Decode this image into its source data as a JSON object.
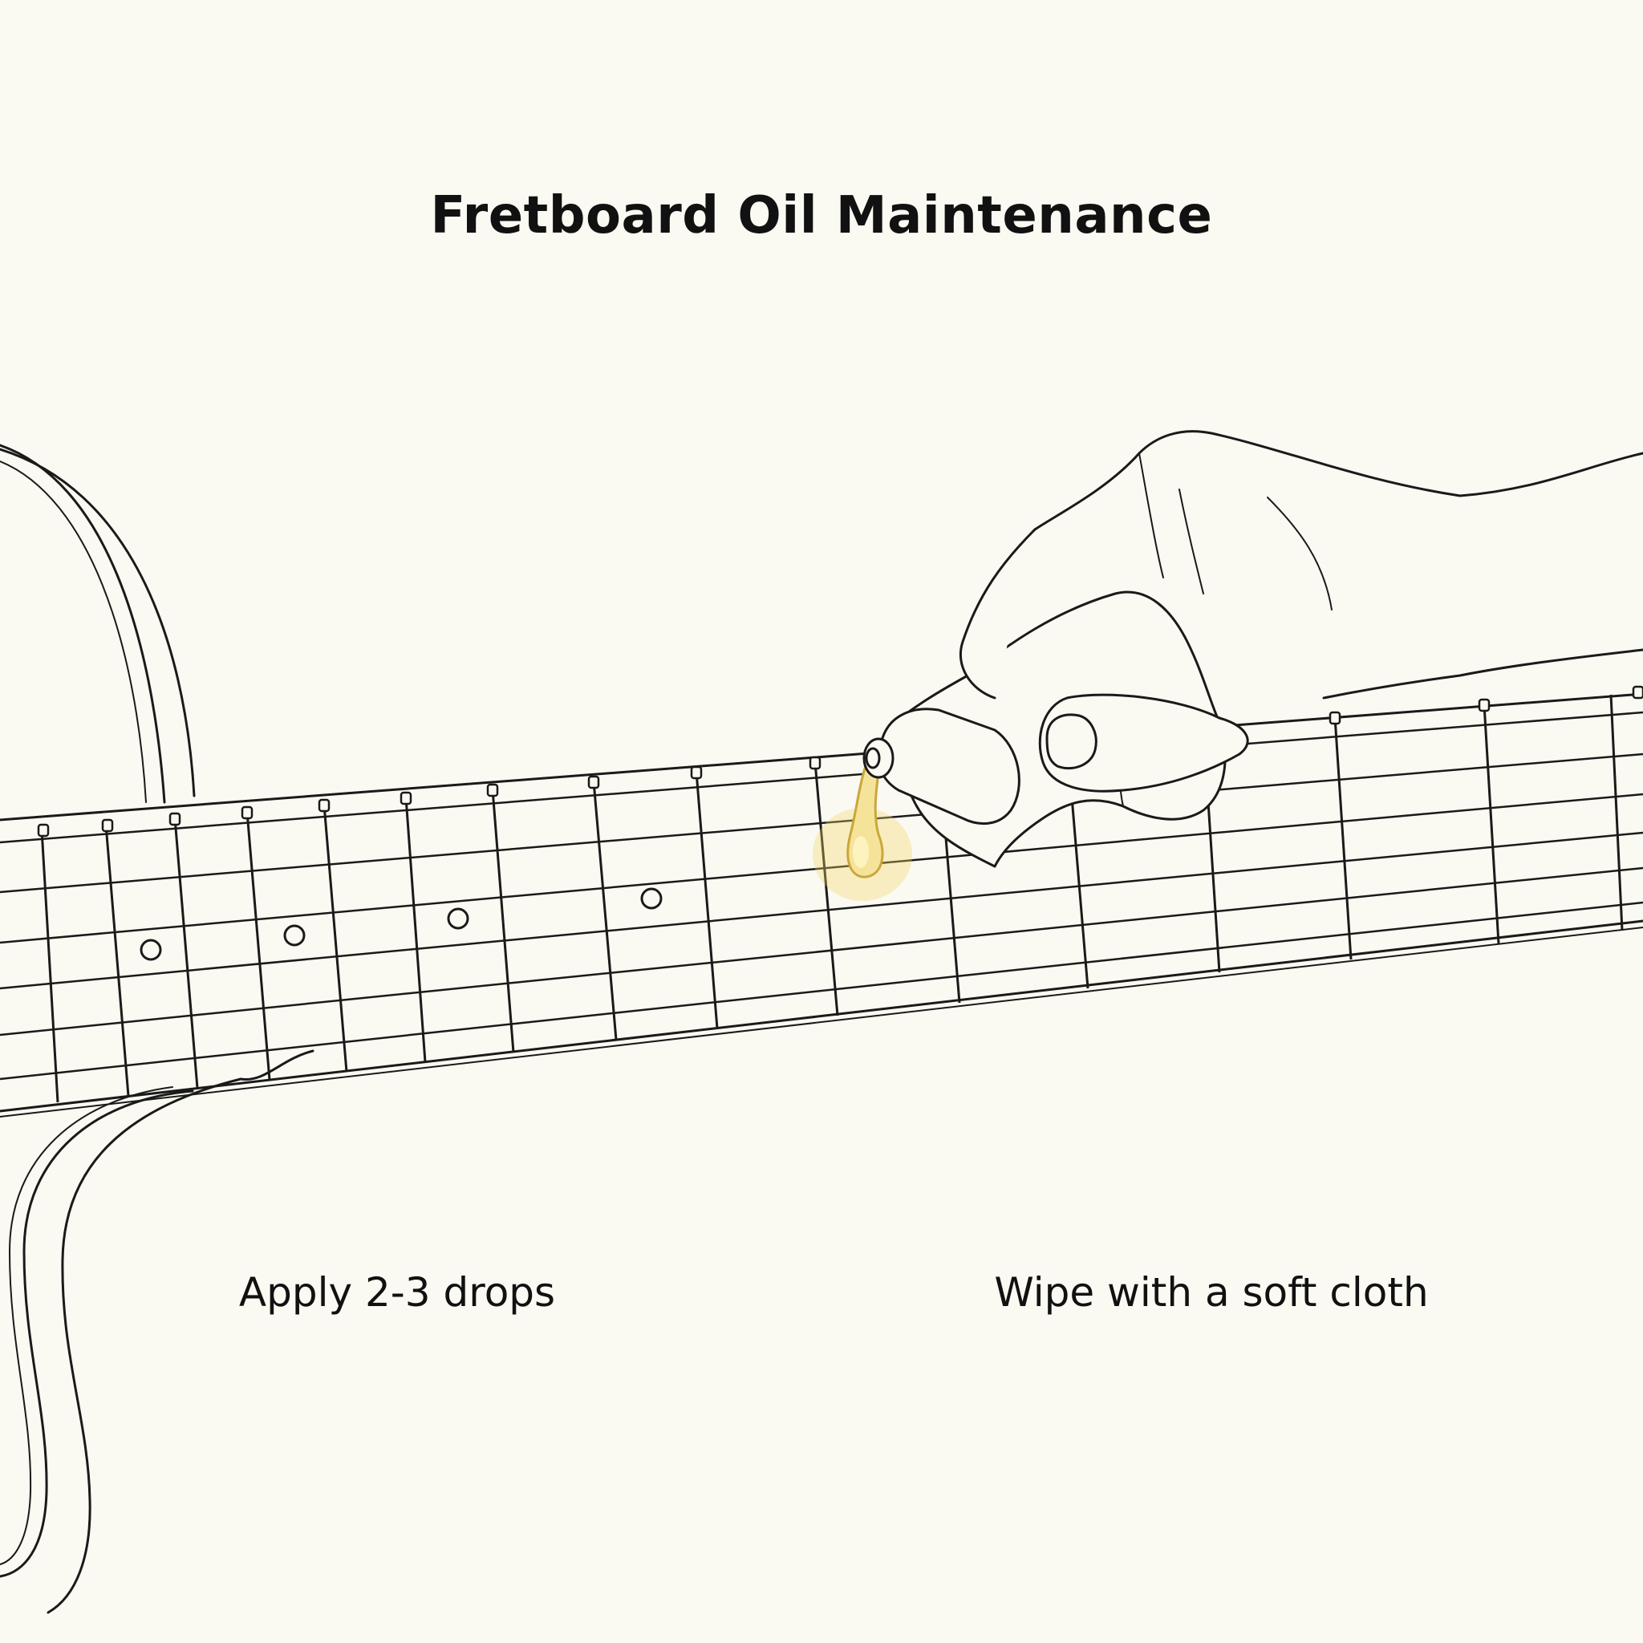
{
  "title": "Fretboard Oil Maintenance",
  "steps": [
    {
      "text": "Apply 2-3 drops"
    },
    {
      "text": "Wipe with a soft cloth"
    }
  ],
  "colors": {
    "background": "#faf9f2",
    "line": "#1a1a1a",
    "oil": "#f3d867"
  }
}
